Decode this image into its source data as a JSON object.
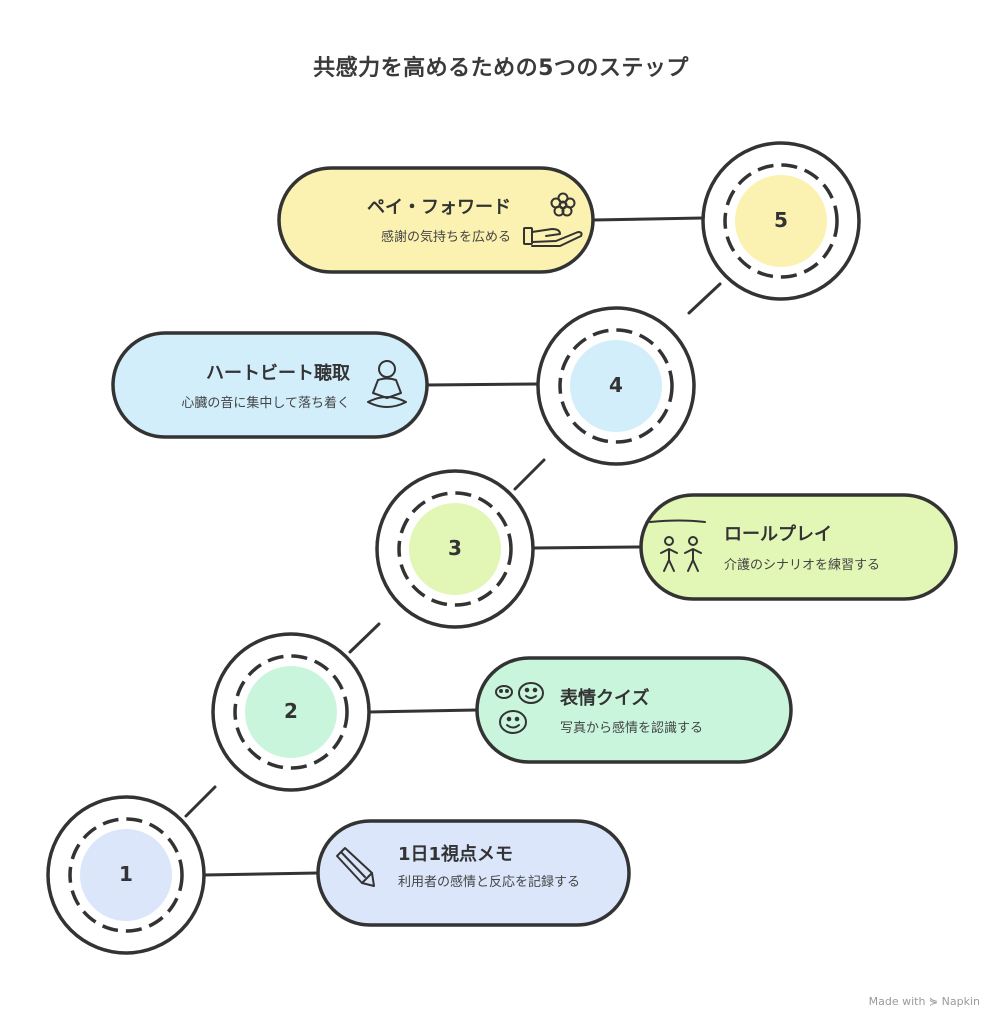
{
  "title": "共感力を高めるための5つのステップ",
  "steps": [
    {
      "number": "1",
      "title": "1日1視点メモ",
      "description": "利用者の感情と反応を記録する",
      "color": "#dbe6fb",
      "icon": "pen-icon"
    },
    {
      "number": "2",
      "title": "表情クイズ",
      "description": "写真から感情を認識する",
      "color": "#c8f5dc",
      "icon": "smiley-faces-icon"
    },
    {
      "number": "3",
      "title": "ロールプレイ",
      "description": "介護のシナリオを練習する",
      "color": "#e2f6b6",
      "icon": "role-play-people-icon"
    },
    {
      "number": "4",
      "title": "ハートビート聴取",
      "description": "心臓の音に集中して落ち着く",
      "color": "#d2eefb",
      "icon": "meditation-icon"
    },
    {
      "number": "5",
      "title": "ペイ・フォワード",
      "description": "感謝の気持ちを広める",
      "color": "#fbf1b0",
      "icon": "flower-hand-icon"
    }
  ],
  "watermark": "Made with ⋟ Napkin"
}
